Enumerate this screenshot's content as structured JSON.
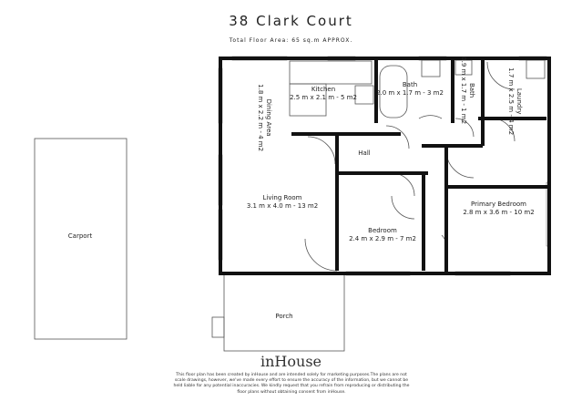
{
  "title": "38 Clark Court",
  "subtitle": "Total Floor Area: 65 sq.m APPROX.",
  "rooms": {
    "dining": {
      "name": "Dining Area",
      "size": "1.8 m x 2.2 m - 4 m2"
    },
    "kitchen": {
      "name": "Kitchen",
      "size": "2.5 m x 2.1 m - 5 m2"
    },
    "bath": {
      "name": "Bath",
      "size": "2.0 m x 1.7 m - 3 m2"
    },
    "toilet": {
      "name": "Bath",
      "size": "0.9 m x 1.7 m - 1 m2"
    },
    "laundry": {
      "name": "Laundry",
      "size": "1.7 m x 2.5 m - 4 m2"
    },
    "hall": {
      "name": "Hall"
    },
    "living": {
      "name": "Living Room",
      "size": "3.1 m x 4.0 m - 13 m2"
    },
    "bedroom": {
      "name": "Bedroom",
      "size": "2.4 m x 2.9 m - 7 m2"
    },
    "primary": {
      "name": "Primary Bedroom",
      "size": "2.8 m x 3.6 m - 10 m2"
    },
    "carport": {
      "name": "Carport"
    },
    "porch": {
      "name": "Porch"
    }
  },
  "logo": "inHouse",
  "disclaimer": "This floor plan has been created by inHouse and are intended solely for marketing purposes.The plans are not scale drawings, however, we've made every effort to ensure the accuracy of the information, but we cannot be held liable for any potential inaccuracies. We kindly request that you refrain from reproducing or distributing the floor plans without obtaining consent from inHouse."
}
